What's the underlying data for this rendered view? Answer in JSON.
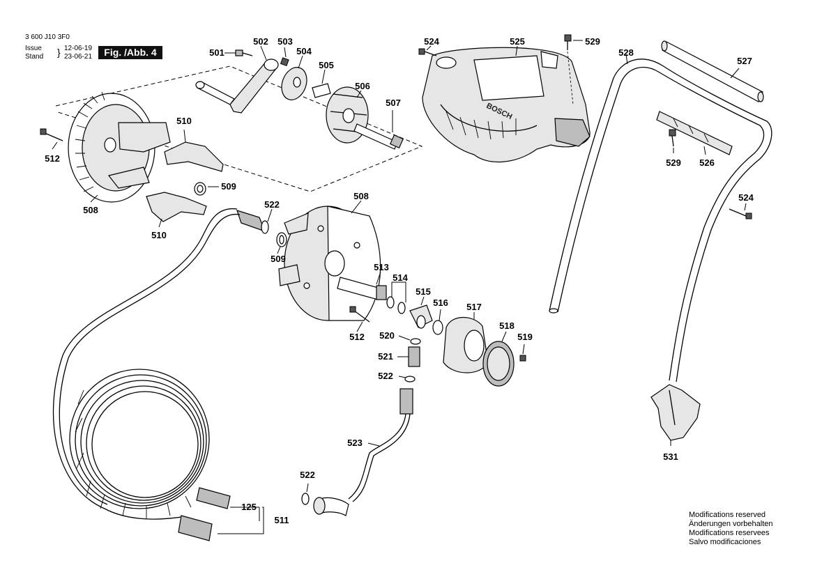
{
  "header": {
    "doc_number": "3 600 J10 3F0",
    "issue_label": "Issue",
    "issue_date": "12-06-19",
    "stand_label": "Stand",
    "stand_date": "23-06-21",
    "figure_label": "Fig. /Abb. 4"
  },
  "brand_mark": "BOSCH",
  "parts": {
    "p501": "501",
    "p502": "502",
    "p503": "503",
    "p504": "504",
    "p505": "505",
    "p506": "506",
    "p507": "507",
    "p508a": "508",
    "p508b": "508",
    "p509a": "509",
    "p509b": "509",
    "p510a": "510",
    "p510b": "510",
    "p511": "511",
    "p512a": "512",
    "p512b": "512",
    "p513": "513",
    "p514": "514",
    "p515": "515",
    "p516": "516",
    "p517": "517",
    "p518": "518",
    "p519": "519",
    "p520": "520",
    "p521": "521",
    "p522a": "522",
    "p522b": "522",
    "p522c": "522",
    "p523": "523",
    "p524a": "524",
    "p524b": "524",
    "p525": "525",
    "p526": "526",
    "p527": "527",
    "p528": "528",
    "p529a": "529",
    "p529b": "529",
    "p531": "531",
    "p125": "125"
  },
  "notes": [
    "Modifications reserved",
    "Änderungen vorbehalten",
    "Modifications reservees",
    "Salvo modificaciones"
  ]
}
